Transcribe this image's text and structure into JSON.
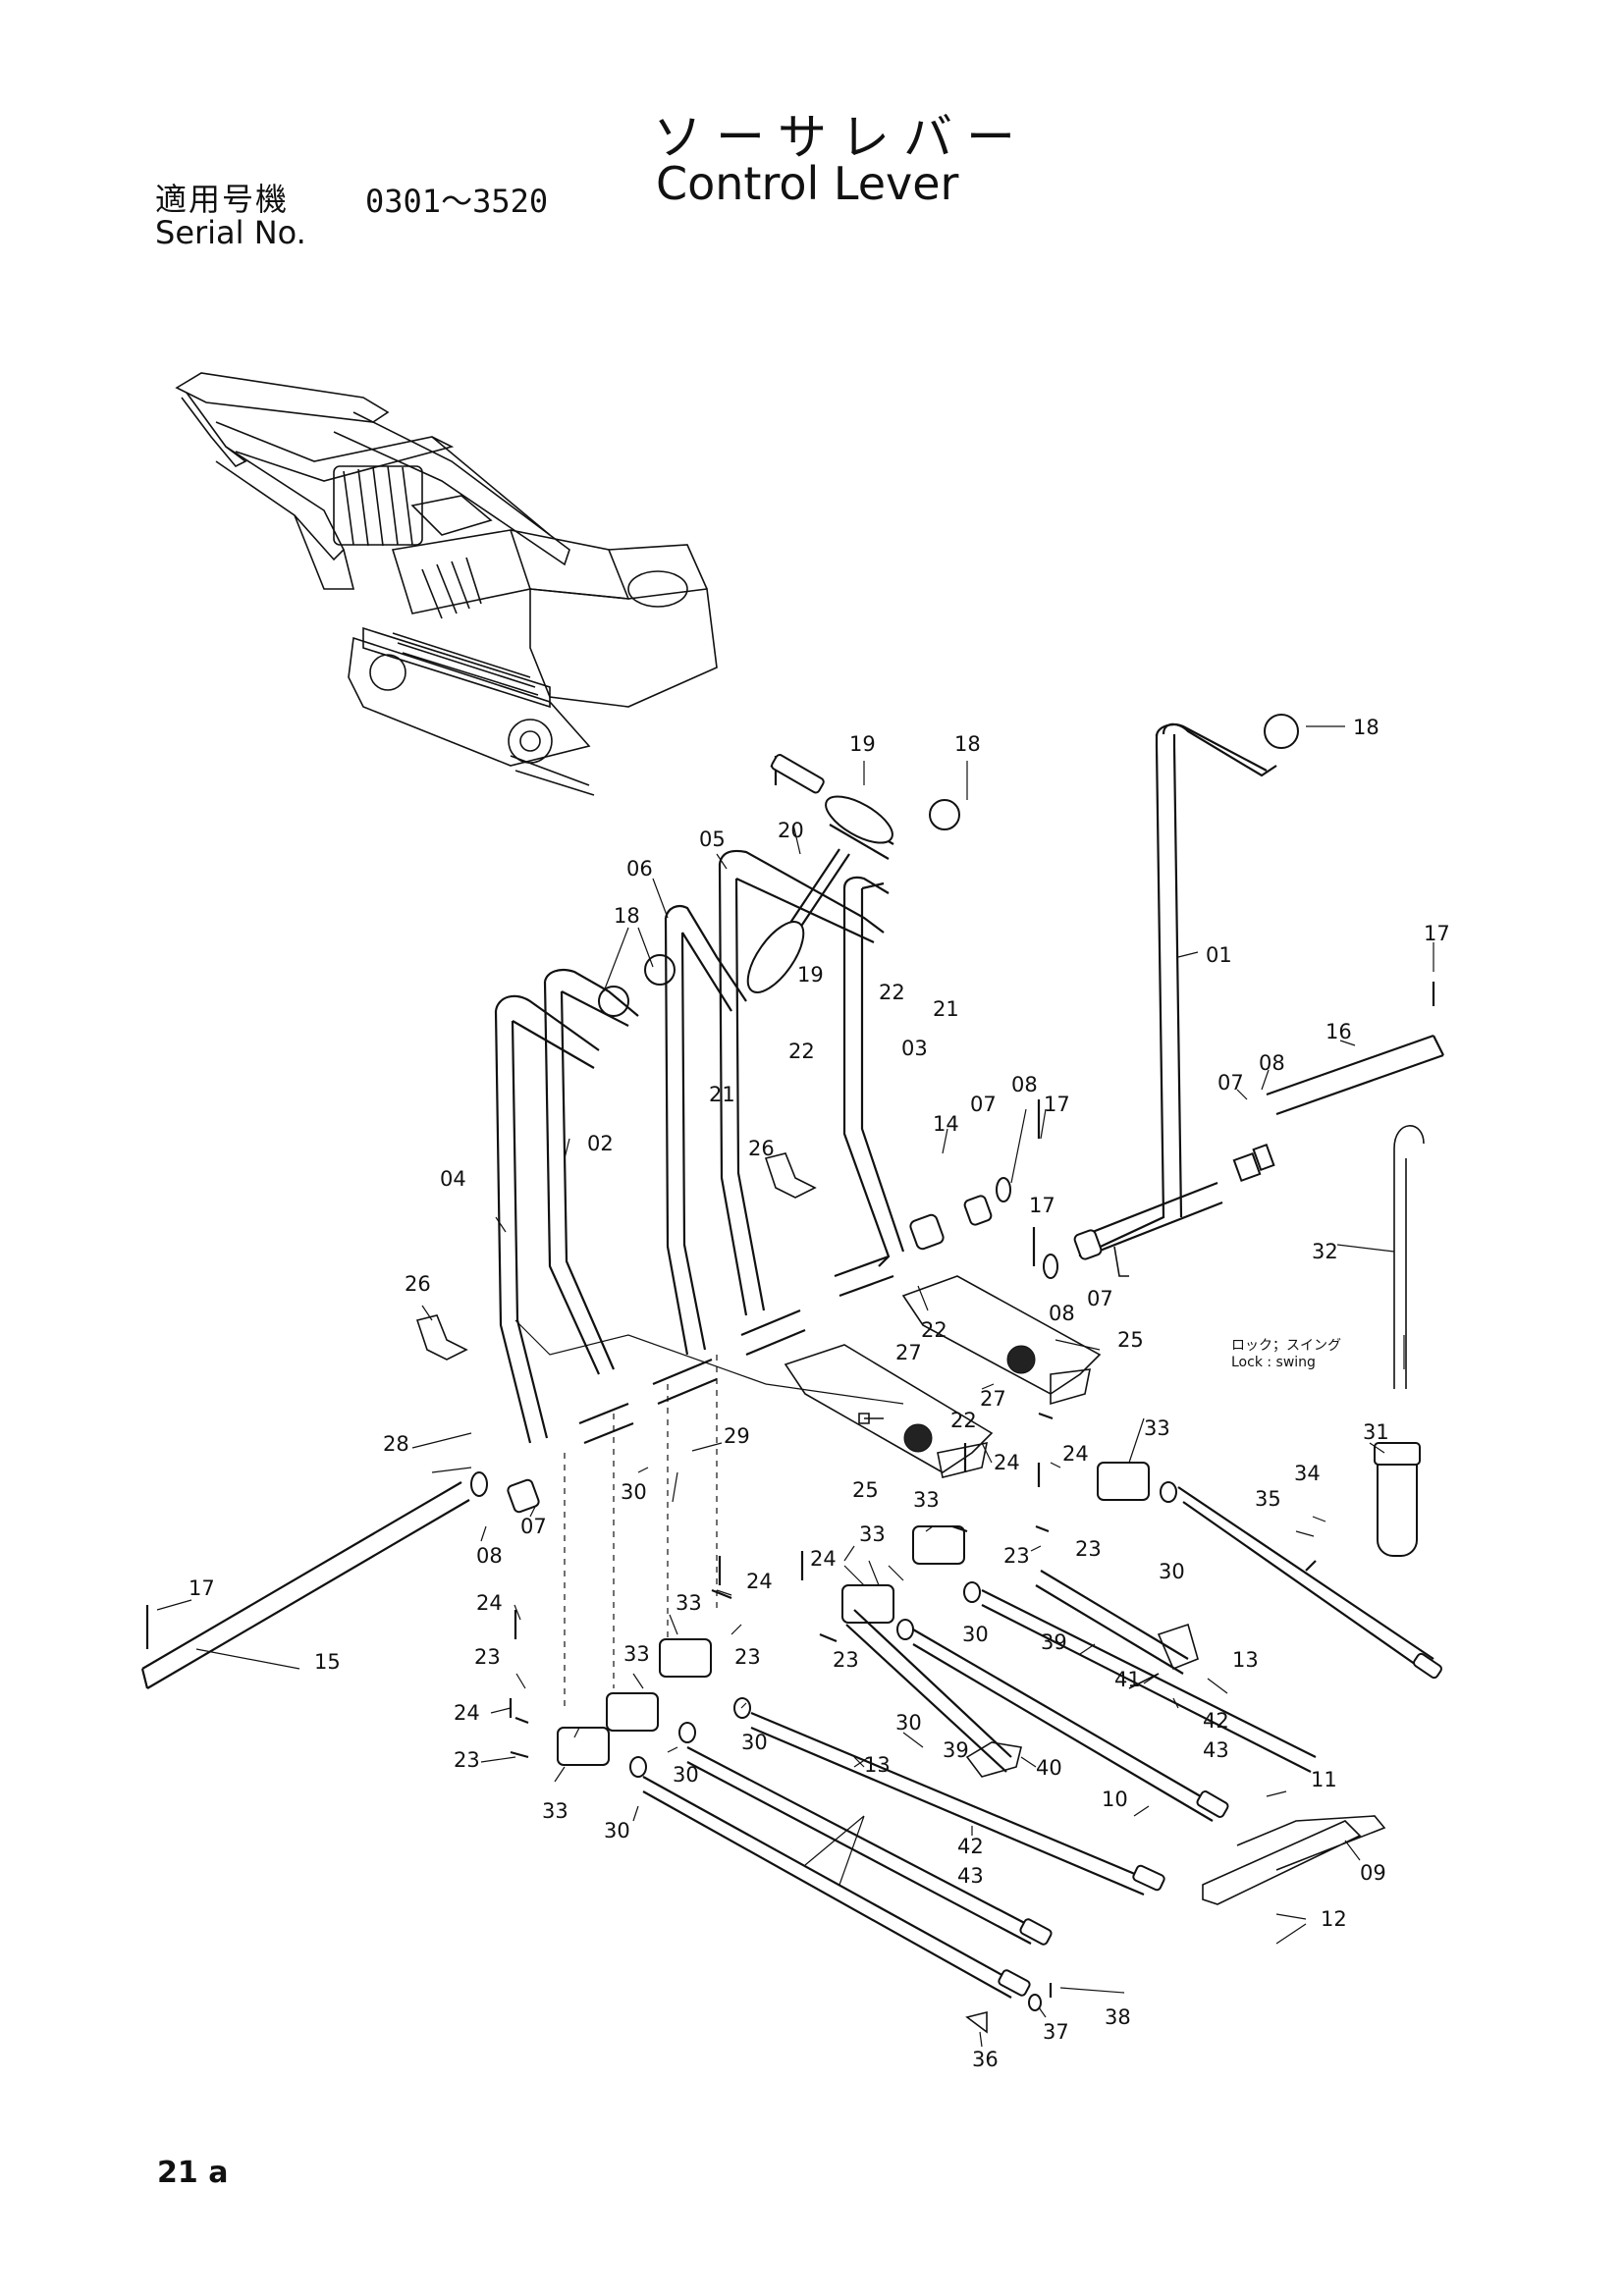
{
  "header": {
    "title_jp": "ソーサレバー",
    "title_en": "Control Lever",
    "serial_label_jp": "適用号機",
    "serial_range": "0301～3520",
    "serial_label_en": "Serial No."
  },
  "footer": {
    "page_number": "21 a"
  },
  "note": {
    "line1": "ロック；スイング",
    "line2": "Lock : swing"
  },
  "labels": {
    "p01": "01",
    "p02": "02",
    "p03": "03",
    "p04": "04",
    "p05": "05",
    "p06": "06",
    "p07": "07",
    "p08": "08",
    "p09": "09",
    "p10": "10",
    "p11": "11",
    "p12": "12",
    "p13": "13",
    "p14": "14",
    "p15": "15",
    "p16": "16",
    "p17": "17",
    "p18": "18",
    "p19": "19",
    "p20": "20",
    "p21": "21",
    "p22": "22",
    "p23": "23",
    "p24": "24",
    "p25": "25",
    "p26": "26",
    "p27": "27",
    "p28": "28",
    "p29": "29",
    "p30": "30",
    "p31": "31",
    "p32": "32",
    "p33": "33",
    "p34": "34",
    "p35": "35",
    "p36": "36",
    "p37": "37",
    "p38": "38",
    "p39": "39",
    "p40": "40",
    "p41": "41",
    "p42": "42",
    "p43": "43"
  }
}
